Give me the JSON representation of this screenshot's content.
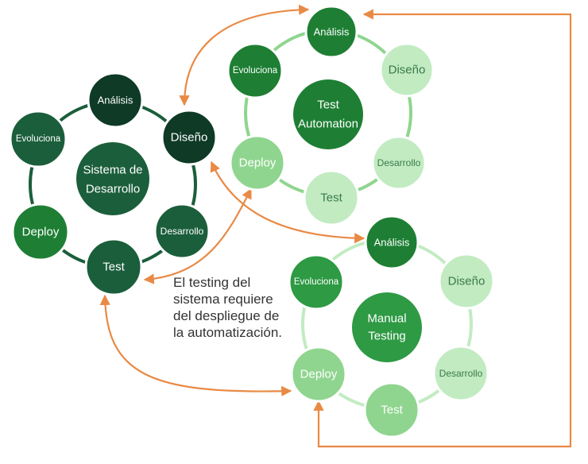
{
  "colors": {
    "arrow": "#e88a45",
    "dark1": "#0e3a26",
    "dark2": "#1b5e3b",
    "mid1": "#1e7f34",
    "mid2": "#2e9a44",
    "light1": "#8fd58f",
    "light2": "#c2ebc2"
  },
  "cycles": {
    "sistema": {
      "center": "Sistema de\nDesarrollo",
      "nodes": [
        "Análisis",
        "Diseño",
        "Desarrollo",
        "Test",
        "Deploy",
        "Evoluciona"
      ]
    },
    "automation": {
      "center": "Test\nAutomation",
      "nodes": [
        "Análisis",
        "Diseño",
        "Desarrollo",
        "Test",
        "Deploy",
        "Evoluciona"
      ]
    },
    "manual": {
      "center": "Manual\nTesting",
      "nodes": [
        "Análisis",
        "Diseño",
        "Desarrollo",
        "Test",
        "Deploy",
        "Evoluciona"
      ]
    }
  },
  "note": {
    "lines": [
      "El testing del",
      "sistema requiere",
      "del despliegue de",
      "la automatización."
    ]
  }
}
